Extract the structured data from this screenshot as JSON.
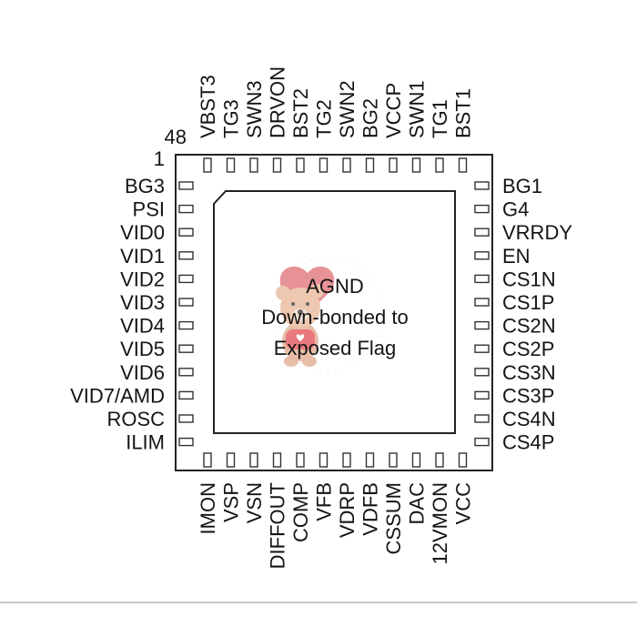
{
  "chip": {
    "pin_number_labels": {
      "first": "1",
      "last": "48"
    },
    "exposed_pad": {
      "lines": [
        "AGND",
        "Down-bonded to",
        "Exposed Flag"
      ]
    },
    "watermark": "teddy-bear-with-heart-balloon",
    "pins": {
      "left": [
        "BG3",
        "PSI",
        "VID0",
        "VID1",
        "VID2",
        "VID3",
        "VID4",
        "VID5",
        "VID6",
        "VID7/AMD",
        "ROSC",
        "ILIM"
      ],
      "bottom": [
        "IMON",
        "VSP",
        "VSN",
        "DIFFOUT",
        "COMP",
        "VFB",
        "VDRP",
        "VDFB",
        "CSSUM",
        "DAC",
        "12VMON",
        "VCC"
      ],
      "right": [
        "BG1",
        "G4",
        "VRRDY",
        "EN",
        "CS1N",
        "CS1P",
        "CS2N",
        "CS2P",
        "CS3N",
        "CS3P",
        "CS4N",
        "CS4P"
      ],
      "top": [
        "VBST3",
        "TG3",
        "SWN3",
        "DRVON",
        "BST2",
        "TG2",
        "SWN2",
        "BG2",
        "VCCP",
        "SWN1",
        "TG1",
        "BST1"
      ]
    }
  }
}
